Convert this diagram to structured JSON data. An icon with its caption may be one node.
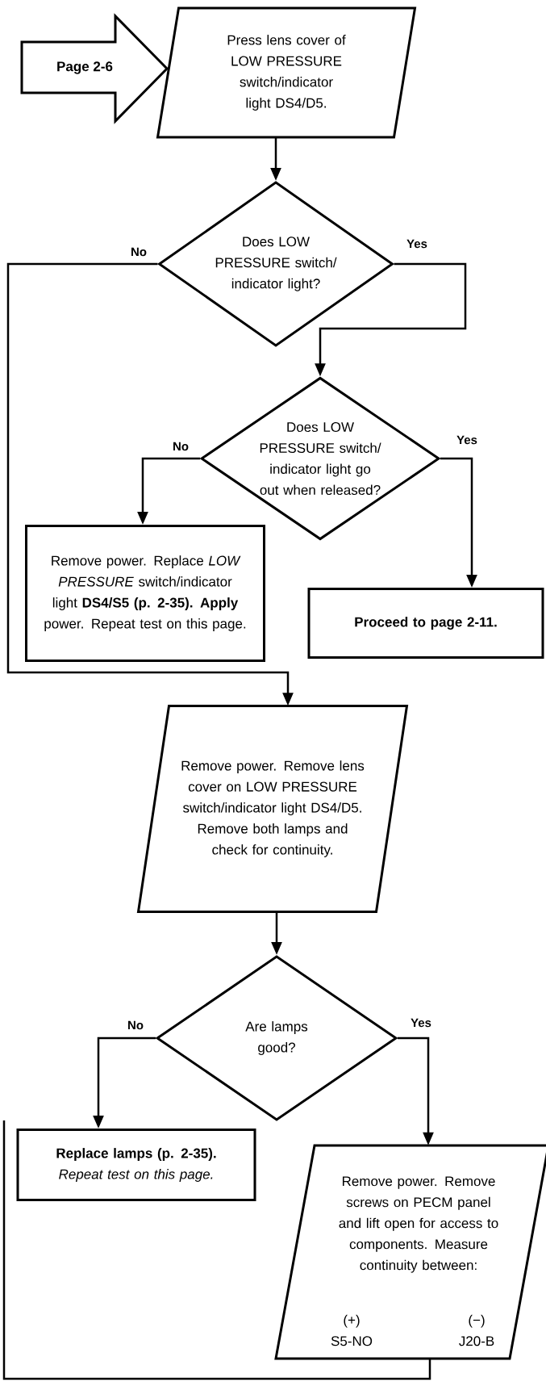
{
  "diagram": {
    "nodes": [
      {
        "text": [
          "Page 2-6"
        ]
      },
      {
        "text": [
          "Press lens cover of LOW PRESSURE switch/indicator light DS4/D5."
        ]
      },
      {
        "text": [
          "Does LOW PRESSURE switch/ indicator light?"
        ]
      },
      {
        "text": [
          "Does LOW PRESSURE switch/ indicator light go out when released?"
        ]
      },
      {
        "text": [
          "Remove power. Replace *LOW PRESSURE* switch/indicator light **DS4/S5 (p. 2-35). Apply** power. Repeat test on this page."
        ]
      },
      {
        "text": [
          "Proceed to page 2-11."
        ]
      },
      {
        "text": [
          "Remove power. Remove lens cover on LOW PRESSURE switch/indicator light DS4/D5. Remove both lamps and check for continuity."
        ]
      },
      {
        "text": [
          "Are lamps good?"
        ]
      },
      {
        "text": [
          "**Replace lamps (p. 2-35).** *Repeat test on this page.*"
        ]
      },
      {
        "text": [
          "Remove power. Remove screws on PECM panel and lift open for access to components. Measure continuity between:",
          "(+) S5-NO",
          "(−) J20-B"
        ]
      }
    ],
    "edges": [
      {
        "from": 1,
        "to": 2,
        "arrow": "to"
      },
      {
        "from": 2,
        "to": 3,
        "arrow": "to",
        "label": "Yes"
      },
      {
        "from": 2,
        "to": 6,
        "arrow": "to",
        "label": "No"
      },
      {
        "from": 3,
        "to": 4,
        "arrow": "to",
        "label": "No"
      },
      {
        "from": 3,
        "to": 5,
        "arrow": "to",
        "label": "Yes"
      },
      {
        "from": 6,
        "to": 7,
        "arrow": "to"
      },
      {
        "from": 7,
        "to": 8,
        "arrow": "to",
        "label": "No"
      },
      {
        "from": 7,
        "to": 9,
        "arrow": "to",
        "label": "Yes"
      },
      {
        "from": 9,
        "to": null,
        "arrow": "none"
      }
    ]
  }
}
